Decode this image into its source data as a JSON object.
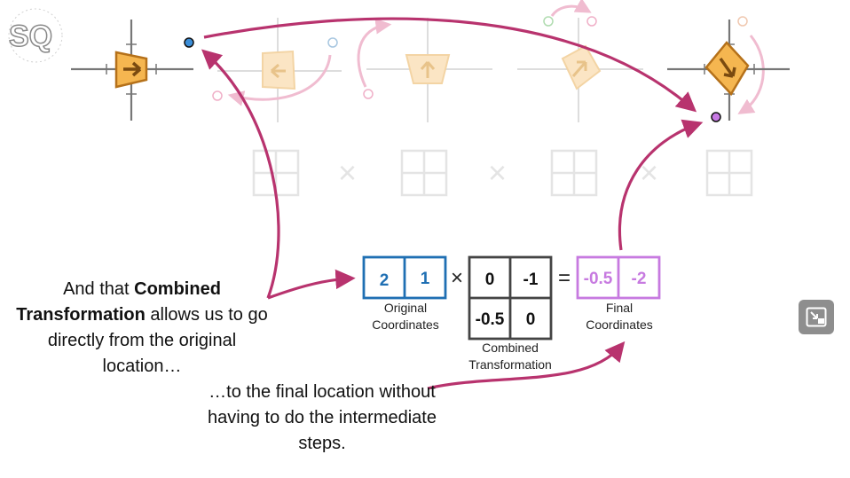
{
  "logo": {
    "text": "SQ"
  },
  "equation": {
    "original_coordinates": [
      "2",
      "1"
    ],
    "combined_transformation": [
      "0",
      "-1",
      "-0.5",
      "0"
    ],
    "final_coordinates": [
      "-0.5",
      "-2"
    ],
    "times_symbol": "×",
    "equals_symbol": "=",
    "labels": {
      "original_line1": "Original",
      "original_line2": "Coordinates",
      "combined_line1": "Combined",
      "combined_line2": "Transformation",
      "final_line1": "Final",
      "final_line2": "Coordinates"
    }
  },
  "faded_row": {
    "times_symbol": "×"
  },
  "notes": {
    "left": {
      "part1": "And that ",
      "bold1": "Combined Transformation",
      "part2": " allows us to go directly from the original location…"
    },
    "bottom": "…to the final location without having to do the intermediate steps."
  },
  "colors": {
    "original_blue": "#1f6fb3",
    "final_purple": "#c77ae0",
    "arrow_magenta": "#b8336e",
    "faded_arrow_pink": "#f0bcd0",
    "shape_orange": "#f5b650",
    "faded_shape": "#fbe5c4",
    "faded_grid": "#e4e4e4"
  },
  "icons": {
    "pip": "picture-in-picture-exit-icon"
  }
}
